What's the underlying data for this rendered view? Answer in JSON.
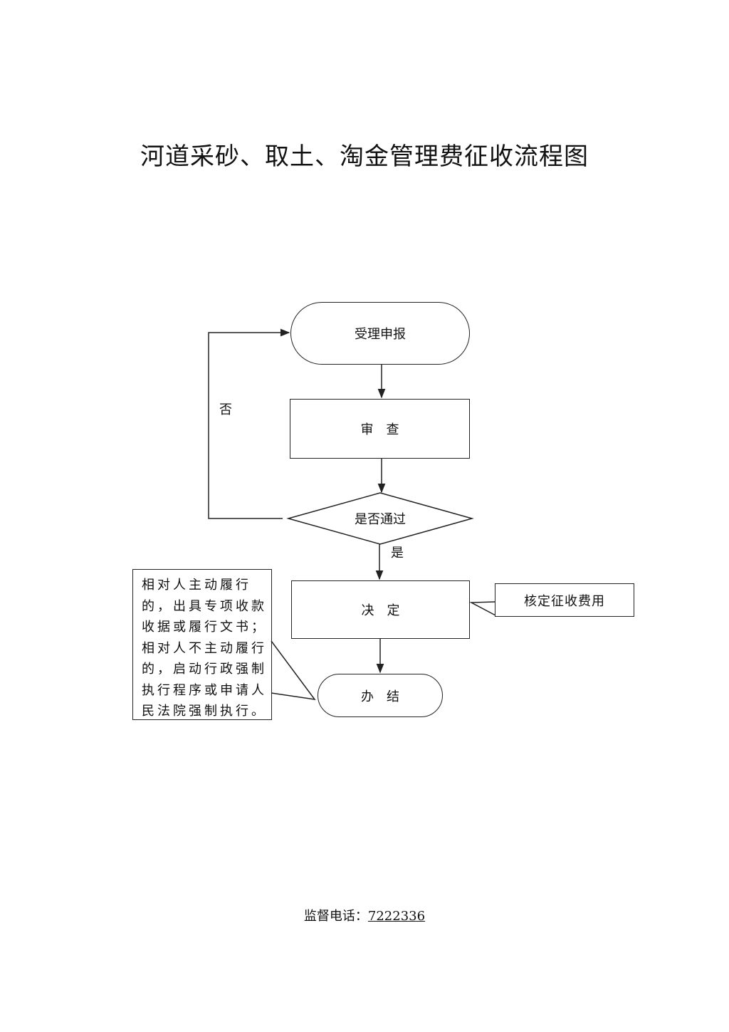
{
  "title": "河道采砂、取土、淘金管理费征收流程图",
  "nodes": {
    "accept": "受理申报",
    "review": "审　查",
    "pass_check": "是否通过",
    "decision": "决　定",
    "finish": "办　结"
  },
  "edge_labels": {
    "no": "否",
    "yes": "是"
  },
  "notes": {
    "fee": "核定征收费用",
    "enforcement": "相对人主动履行\n的，出具专项收款\n收据或履行文书；\n相对人不主动履行\n的，启动行政强制\n执行程序或申请人\n民法院强制执行。"
  },
  "footer": {
    "label": "监督电话：",
    "phone": "7222336"
  }
}
